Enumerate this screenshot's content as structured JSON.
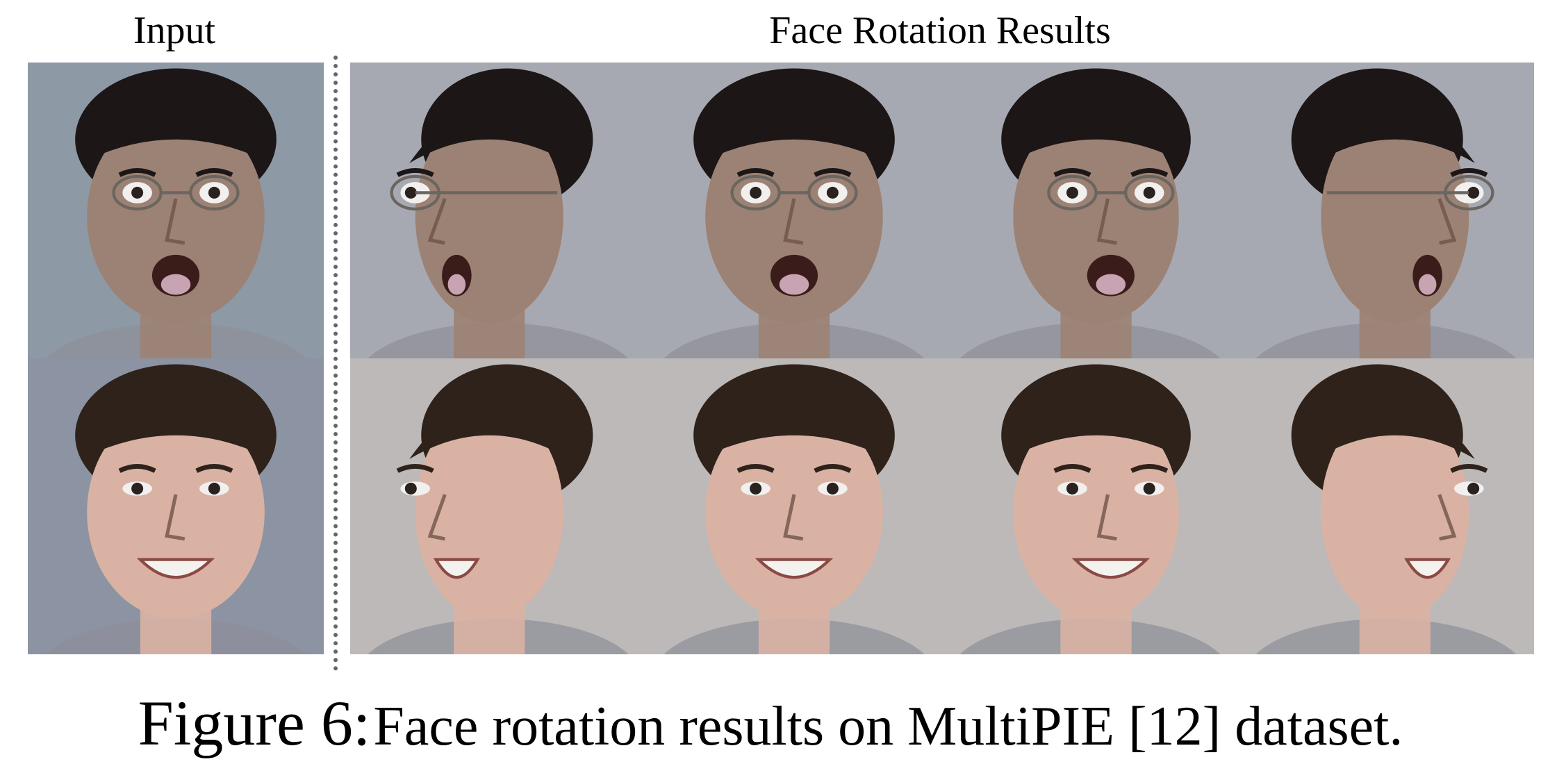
{
  "headers": {
    "input": "Input",
    "results": "Face Rotation Results"
  },
  "caption": {
    "label": "Figure 6:",
    "text": "Face rotation results on MultiPIE [12] dataset."
  },
  "rows": [
    {
      "subject": "man-with-glasses",
      "skin": "#9c8274",
      "hair": "#1c1716",
      "bg": "#a7a9b2",
      "input_bg": "#8e99a6",
      "mouth": "open",
      "glasses": true,
      "results": [
        "profile-left",
        "frontal",
        "three-quarter",
        "profile-right"
      ]
    },
    {
      "subject": "smiling-man",
      "skin": "#d9b2a4",
      "hair": "#2e221b",
      "bg": "#bdb9b8",
      "input_bg": "#8c94a3",
      "mouth": "smile",
      "glasses": false,
      "results": [
        "profile-left",
        "frontal",
        "three-quarter",
        "profile-right"
      ]
    }
  ]
}
